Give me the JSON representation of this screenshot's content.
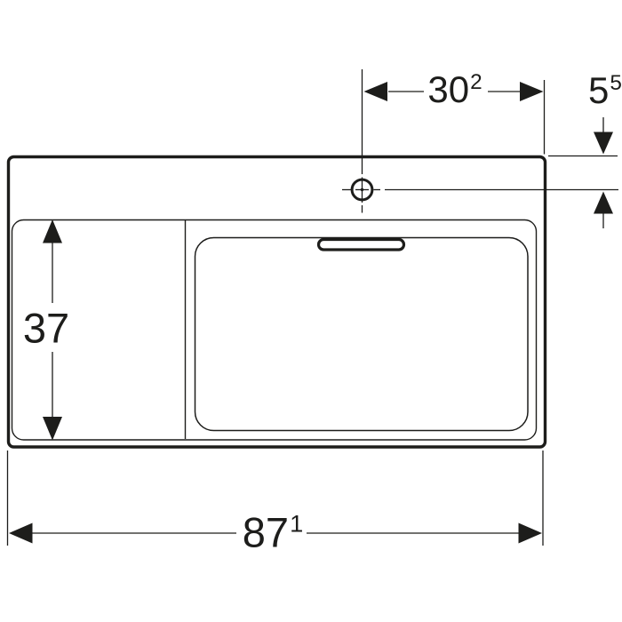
{
  "page": {
    "background": "#ffffff",
    "line_color": "#1d1d1b"
  },
  "drawing": {
    "kind": "washbasin-top-view-dimension-drawing"
  },
  "dimensions": {
    "top": {
      "value": "30",
      "footnote": "2"
    },
    "right": {
      "value": "5",
      "footnote": "5"
    },
    "left": {
      "value": "37"
    },
    "bottom": {
      "value": "87",
      "footnote": "1"
    }
  }
}
